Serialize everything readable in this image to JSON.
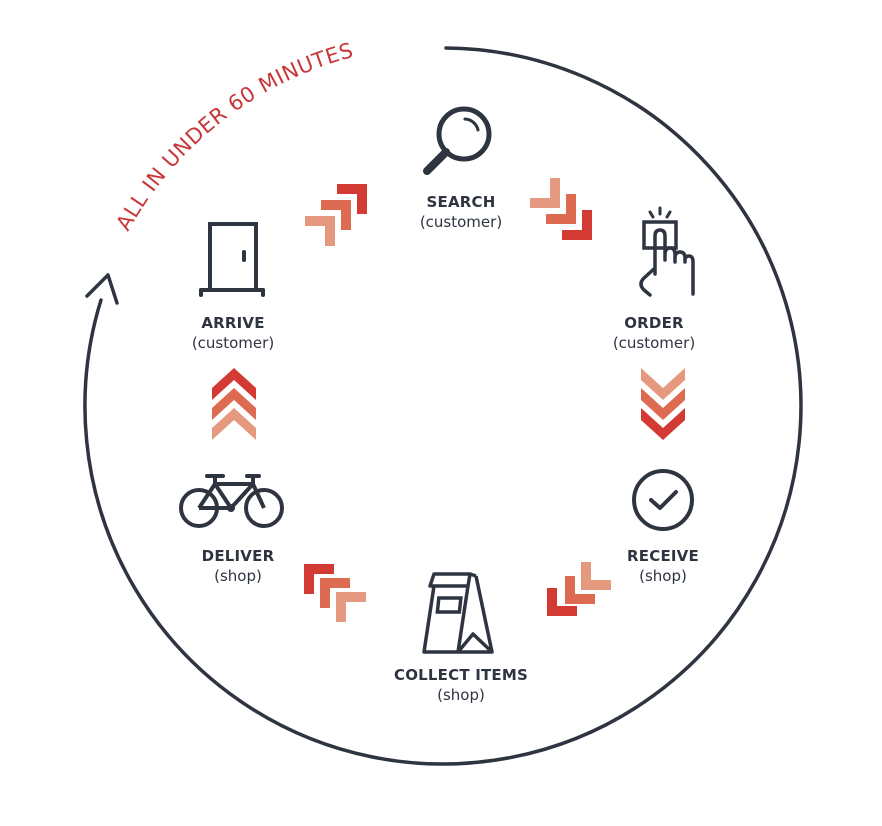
{
  "diagram": {
    "headline": "ALL IN UNDER 60 MINUTES",
    "colors": {
      "ink": "#2e3440",
      "accent_red": "#c8373a",
      "step_dark": "#d33a33",
      "step_mid": "#dd6b52",
      "step_light": "#e59a80"
    },
    "steps": [
      {
        "id": "search",
        "title": "SEARCH",
        "role": "(customer)",
        "icon": "magnifying-glass"
      },
      {
        "id": "order",
        "title": "ORDER",
        "role": "(customer)",
        "icon": "finger-press-button"
      },
      {
        "id": "receive",
        "title": "RECEIVE",
        "role": "(shop)",
        "icon": "check-circle"
      },
      {
        "id": "collect",
        "title": "COLLECT ITEMS",
        "role": "(shop)",
        "icon": "paper-bag"
      },
      {
        "id": "deliver",
        "title": "DELIVER",
        "role": "(shop)",
        "icon": "bicycle"
      },
      {
        "id": "arrive",
        "title": "ARRIVE",
        "role": "(customer)",
        "icon": "door"
      }
    ],
    "flow": [
      "SEARCH",
      "ORDER",
      "RECEIVE",
      "COLLECT ITEMS",
      "DELIVER",
      "ARRIVE"
    ],
    "cycle_direction": "clockwise"
  }
}
